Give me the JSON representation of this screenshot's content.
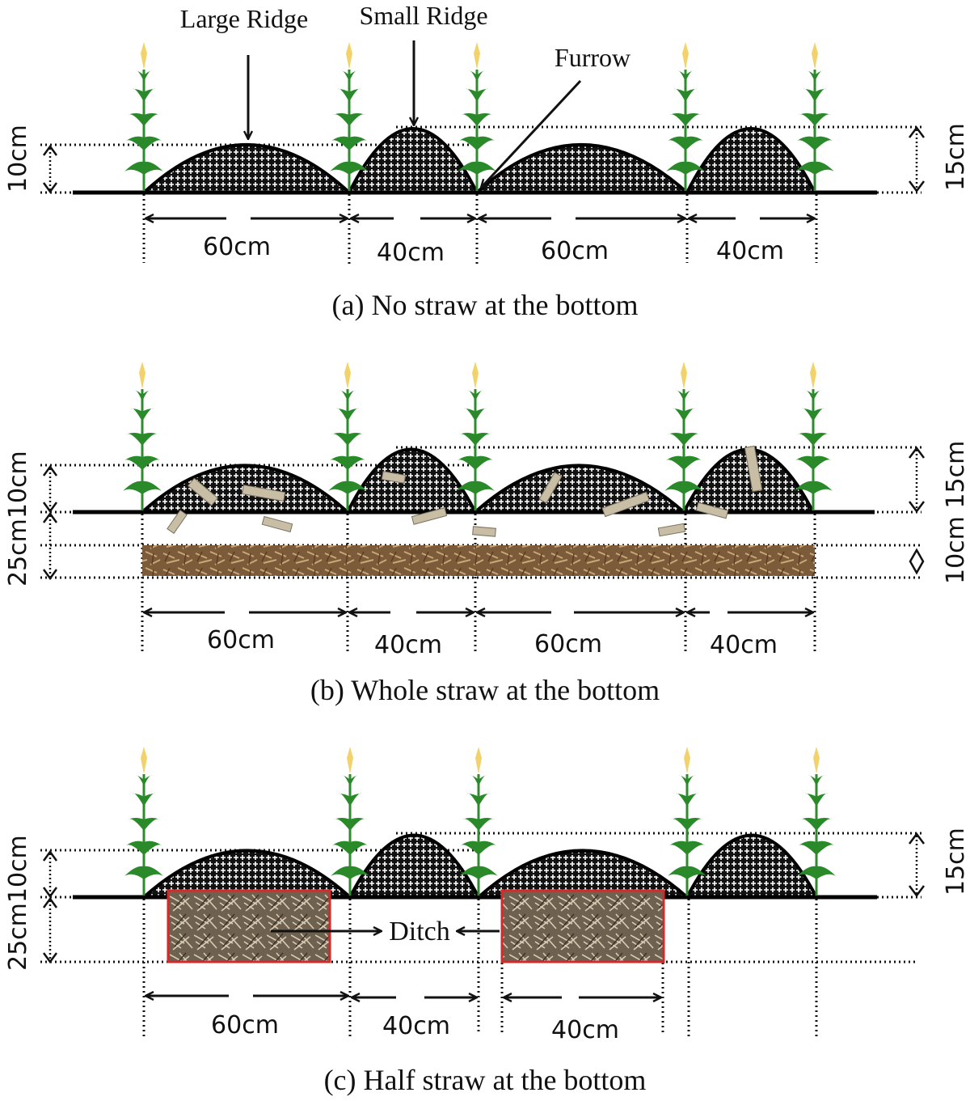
{
  "labels": {
    "large_ridge": "Large Ridge",
    "small_ridge": "Small Ridge",
    "furrow": "Furrow",
    "ditch": "Ditch"
  },
  "panels": [
    {
      "id": "a",
      "caption": "(a) No straw at the bottom",
      "left_dim": "10cm",
      "right_dim": "15cm",
      "widths": [
        "60cm",
        "40cm",
        "60cm",
        "40cm"
      ]
    },
    {
      "id": "b",
      "caption": "(b) Whole straw at the bottom",
      "left_dim": "25cm10cm",
      "right_dim": "10cm 15cm",
      "widths": [
        "60cm",
        "40cm",
        "60cm",
        "40cm"
      ]
    },
    {
      "id": "c",
      "caption": "(c) Half straw at the bottom",
      "left_dim": "25cm10cm",
      "right_dim": "15cm",
      "widths": [
        "60cm",
        "40cm",
        "40cm"
      ]
    }
  ],
  "colors": {
    "ridge_outline": "#000000",
    "plant_green": "#2e8b2e",
    "tassel": "#f2d36b",
    "straw_layer": "#8a6a45",
    "ditch_border": "#d42a2a"
  }
}
